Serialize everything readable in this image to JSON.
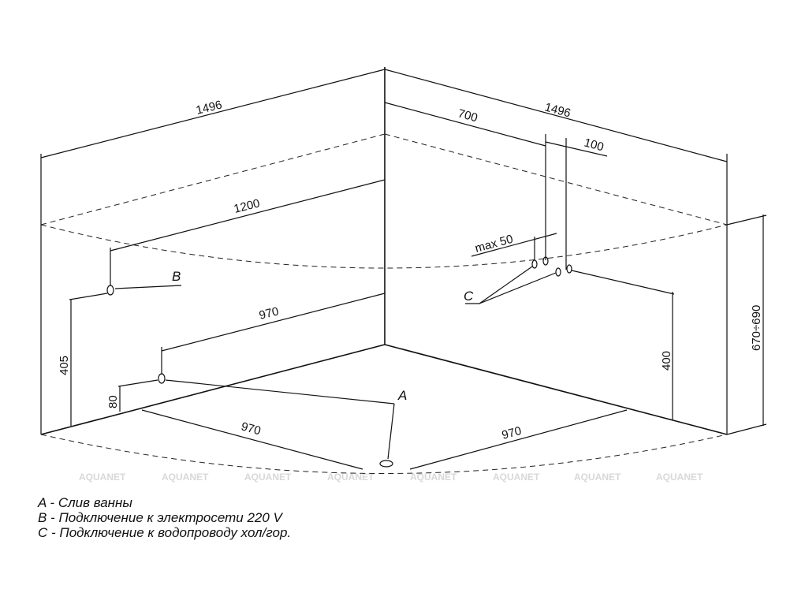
{
  "dimensions": {
    "left_length": "1496",
    "right_length": "1496",
    "valve_offset": "700",
    "valve_spacing": "100",
    "electric_offset": "1200",
    "drain_offset_upper": "970",
    "drain_offset_left": "970",
    "drain_offset_right": "970",
    "electric_height": "405",
    "drain_height": "80",
    "valve_height": "400",
    "tub_height": "670÷690",
    "valve_protrusion": "max  50"
  },
  "markers": {
    "a": "A",
    "b": "B",
    "c": "C"
  },
  "watermark": "AQUANET",
  "legend": [
    "A - Слив ванны",
    "B - Подключение к электросети 220 V",
    "C - Подключение к водопроводу хол/гор."
  ]
}
